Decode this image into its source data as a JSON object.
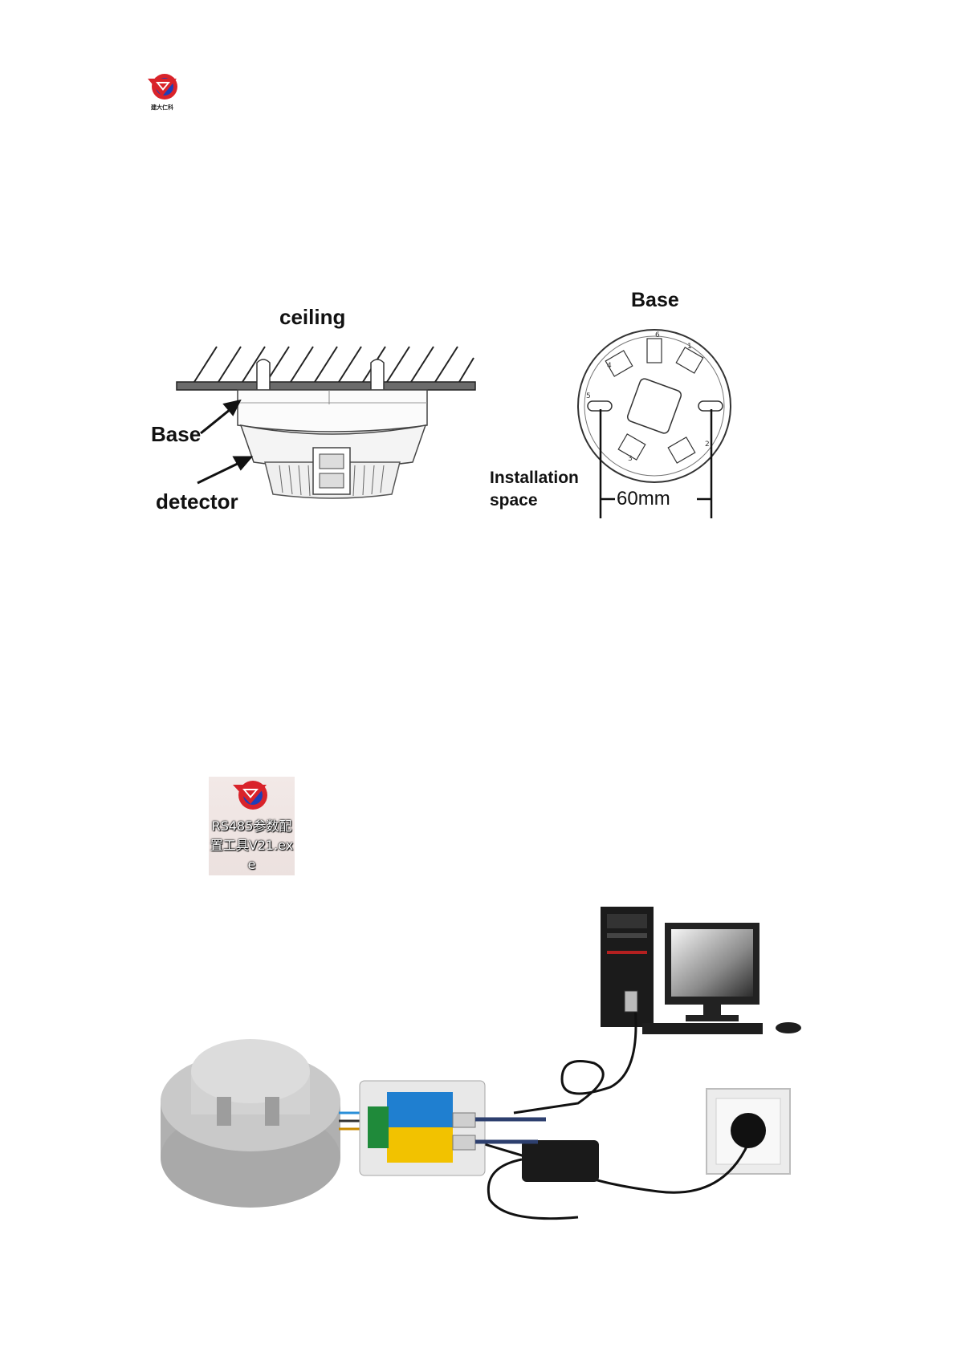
{
  "header": {
    "logo_icon": "company-logo-icon",
    "logo_text": "建大仁科"
  },
  "installation_diagram": {
    "ceiling_label": "ceiling",
    "base_label": "Base",
    "detector_label": "detector"
  },
  "base_diagram": {
    "title": "Base",
    "installation_label_line1": "Installation",
    "installation_label_line2": "space",
    "dimension": "60mm",
    "terminal_numbers": [
      "6",
      "1",
      "4",
      "5",
      "2",
      "3"
    ]
  },
  "software": {
    "icon": "rs485-config-tool-icon",
    "name": "RS485参数配置工具V21.exe"
  },
  "connection_photo": {
    "items": [
      "smoke-detector",
      "rs485-usb-converter",
      "power-adapter",
      "wall-socket",
      "desktop-computer"
    ]
  },
  "colors": {
    "logo_red": "#d9232a",
    "logo_blue": "#1d3fb8",
    "converter_blue": "#1f7fd0",
    "converter_yellow": "#f2c200"
  }
}
